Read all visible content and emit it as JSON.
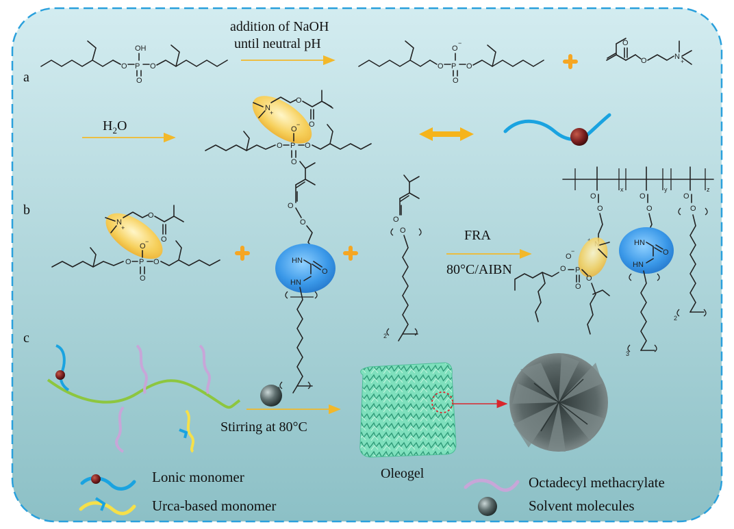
{
  "panels": {
    "a": "a",
    "b": "b",
    "c": "c"
  },
  "reaction_a": {
    "condition_line1": "addition of NaOH",
    "condition_line2": "until neutral pH",
    "solvent": "H",
    "solvent_sub": "2",
    "solvent_tail": "O"
  },
  "reaction_b": {
    "condition_top": "FRA",
    "condition_bottom": "80°C/AIBN"
  },
  "reaction_c": {
    "condition": "Stirring at 80°C",
    "product": "Oleogel"
  },
  "legend": {
    "ionic": "Lonic monomer",
    "urea": "Urca-based monomer",
    "octadecyl": "Octadecyl methacrylate",
    "solvent": "Solvent molecules"
  },
  "atoms": {
    "OH": "OH",
    "O": "O",
    "P": "P",
    "N": "N",
    "HN": "HN",
    "Ominus": "O",
    "minus": "−",
    "plus": "+",
    "sub2": "2",
    "sub3": "3",
    "x": "x",
    "y": "y",
    "z": "z"
  },
  "colors": {
    "frame": "#2aa0dc",
    "bg_top": "#cfe9ee",
    "bg_bottom": "#8ec3c8",
    "arrow": "#f2b82a",
    "plus": "#f5a623",
    "ionic_ellipse": "#f7c948",
    "urea_ellipse": "#2f8fe0",
    "blue_chain": "#1aa3e0",
    "green_chain": "#8dc63f",
    "lilac_chain": "#c7a6d8",
    "yellow_chain": "#f5e04a",
    "ball": "#7a1f1f",
    "solvent": "#3c4a4a",
    "oleogel": "#6fd6b0",
    "flower": "#4a5656",
    "red_arrow": "#d9262c"
  }
}
